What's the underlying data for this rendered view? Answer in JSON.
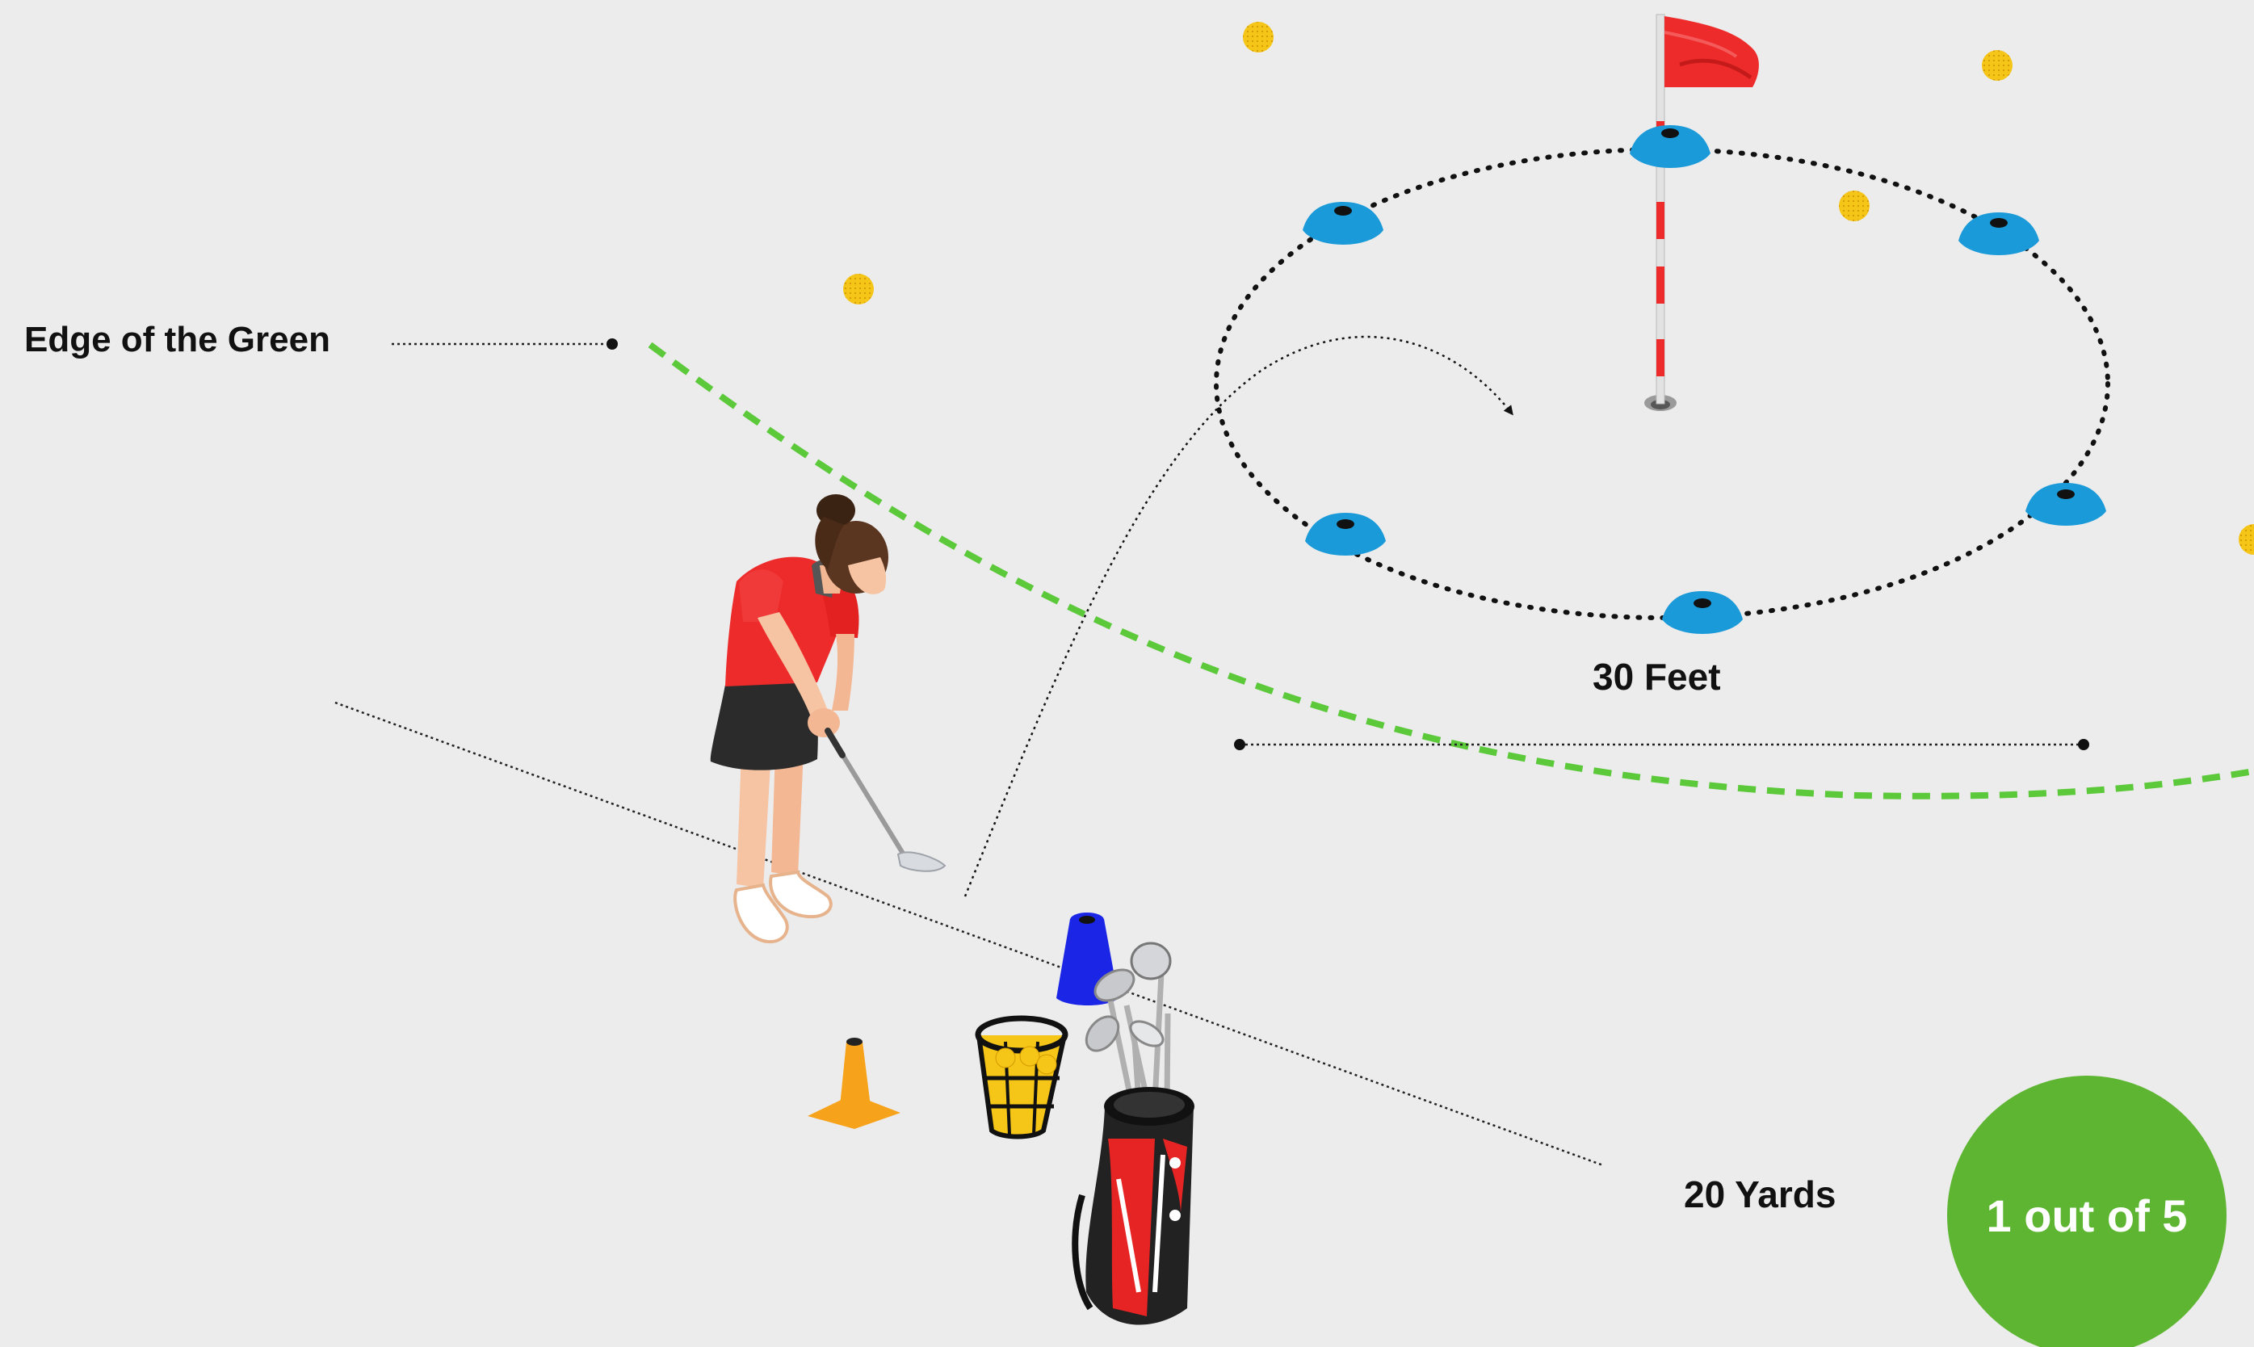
{
  "labels": {
    "edge_of_green": "Edge of the Green",
    "distance_feet": "30 Feet",
    "distance_yards": "20 Yards"
  },
  "progress": {
    "text": "1 out of 5",
    "current": 1,
    "total": 5
  },
  "colors": {
    "background": "#ececec",
    "green_edge_line": "#5cc93a",
    "marker_cones": "#1a9ad9",
    "flag": "#ee2b2b",
    "progress_badge": "#5db531",
    "practice_balls": "#f5c518",
    "orange_cone": "#f7a21b",
    "blue_cone": "#1a25e6"
  },
  "icons": {
    "flag": "flag-icon",
    "marker_cone": "marker-cone-icon",
    "golfer": "golfer-icon",
    "golf_bag": "golf-bag-icon",
    "ball_bucket": "ball-bucket-icon",
    "traffic_cone": "traffic-cone-icon",
    "golf_ball": "golf-ball-icon"
  }
}
